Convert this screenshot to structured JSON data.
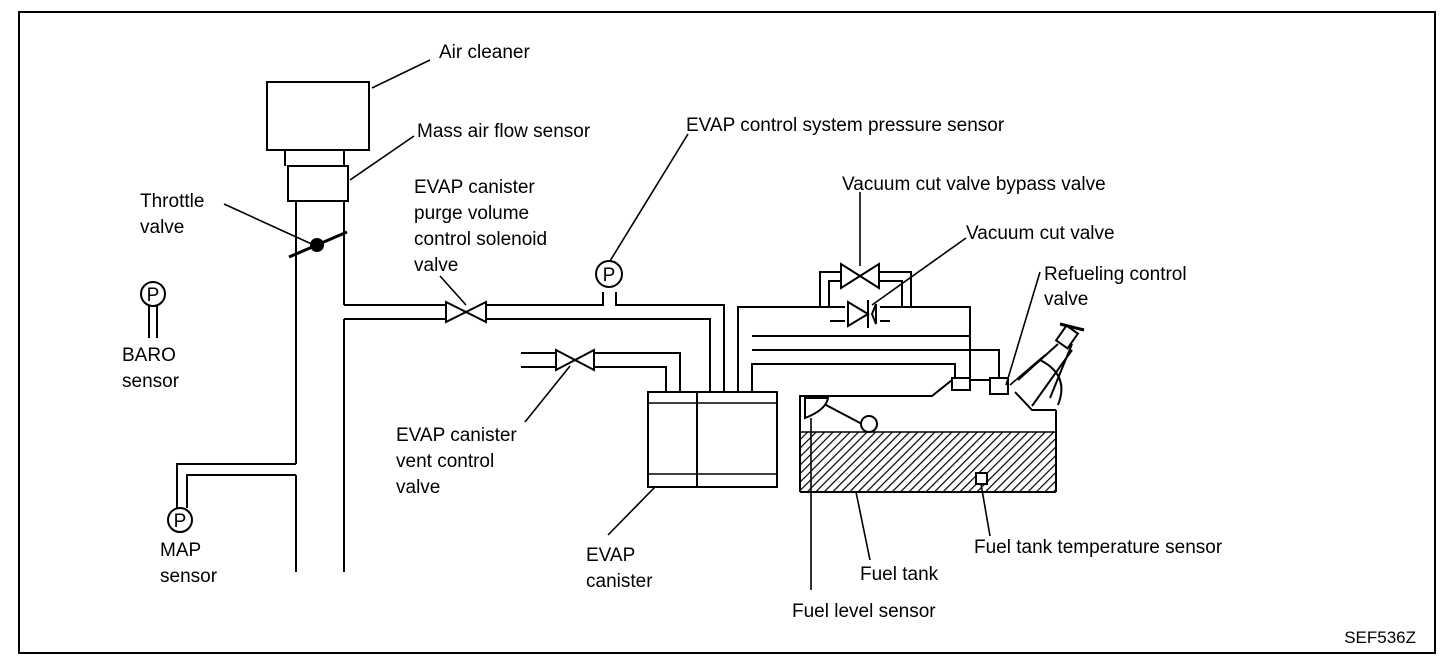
{
  "diagram": {
    "figure_code": "SEF536Z",
    "labels": {
      "air_cleaner": "Air cleaner",
      "mass_air_flow_sensor": "Mass air flow sensor",
      "throttle_valve": [
        "Throttle",
        "valve"
      ],
      "baro_sensor": [
        "BARO",
        "sensor"
      ],
      "map_sensor": [
        "MAP",
        "sensor"
      ],
      "purge_valve": [
        "EVAP canister",
        "purge volume",
        "control solenoid",
        "valve"
      ],
      "pressure_sensor": "EVAP control system pressure sensor",
      "vent_valve": [
        "EVAP canister",
        "vent control",
        "valve"
      ],
      "canister": [
        "EVAP",
        "canister"
      ],
      "bypass_valve": "Vacuum cut valve bypass valve",
      "vacuum_cut_valve": "Vacuum cut valve",
      "refueling_valve": [
        "Refueling control",
        "valve"
      ],
      "fuel_tank": "Fuel tank",
      "temp_sensor": "Fuel tank temperature sensor",
      "level_sensor": "Fuel level sensor"
    },
    "sensor_letter": "P"
  }
}
